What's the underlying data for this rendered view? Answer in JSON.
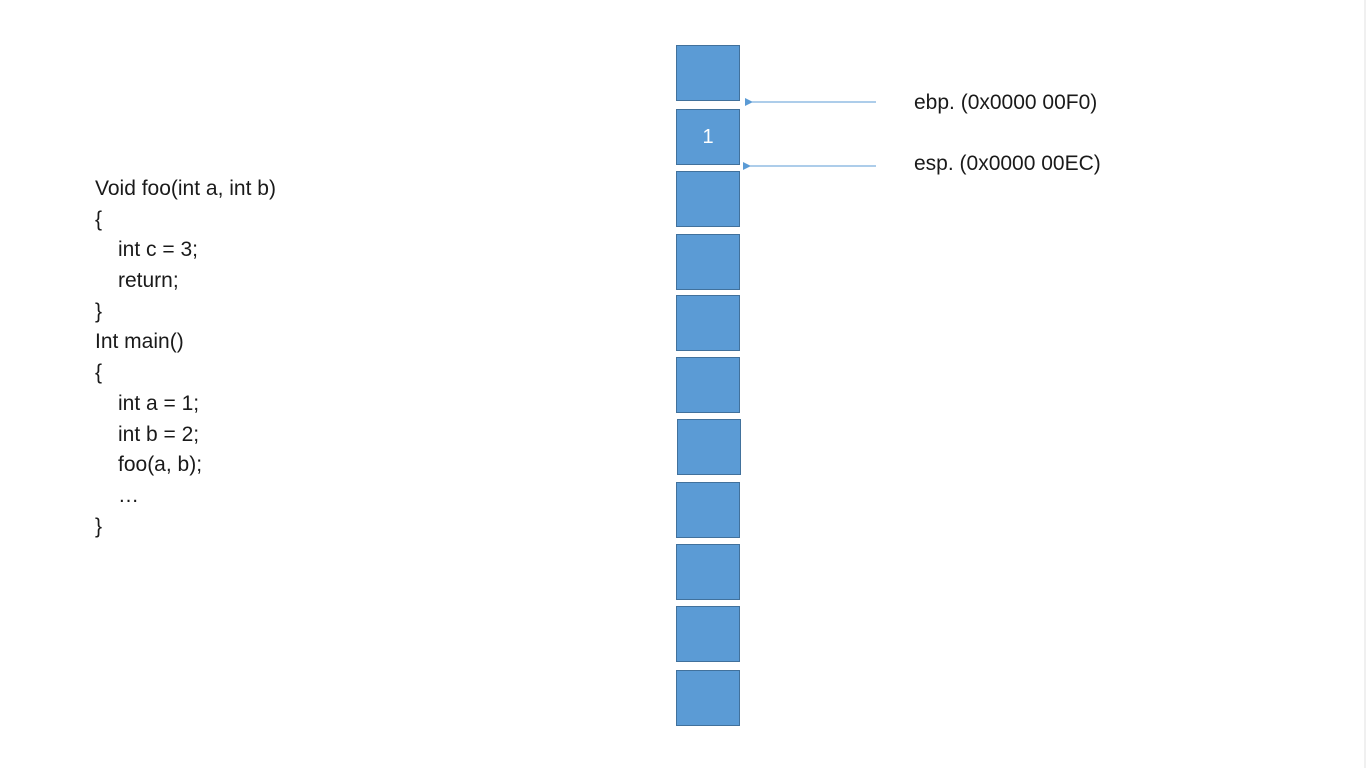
{
  "code": {
    "lines": [
      {
        "text": "Void foo(int a, int b)",
        "indent": false
      },
      {
        "text": "{",
        "indent": false
      },
      {
        "text": "int c = 3;",
        "indent": true
      },
      {
        "text": "return;",
        "indent": true
      },
      {
        "text": "}",
        "indent": false
      },
      {
        "text": "Int main()",
        "indent": false
      },
      {
        "text": "{",
        "indent": false
      },
      {
        "text": "int a = 1;",
        "indent": true
      },
      {
        "text": "int b = 2;",
        "indent": true
      },
      {
        "text": "foo(a, b);",
        "indent": true
      },
      {
        "text": "…",
        "indent": true
      },
      {
        "text": "}",
        "indent": false
      }
    ]
  },
  "stack": {
    "cells": [
      "",
      "1",
      "",
      "",
      "",
      "",
      "",
      "",
      "",
      "",
      ""
    ]
  },
  "pointers": {
    "ebp": {
      "label": "ebp. (0x0000 00F0)"
    },
    "esp": {
      "label": "esp. (0x0000 00EC)"
    }
  },
  "colors": {
    "cell_fill": "#5b9bd5",
    "cell_border": "#41719c",
    "arrow": "#5b9bd5"
  }
}
